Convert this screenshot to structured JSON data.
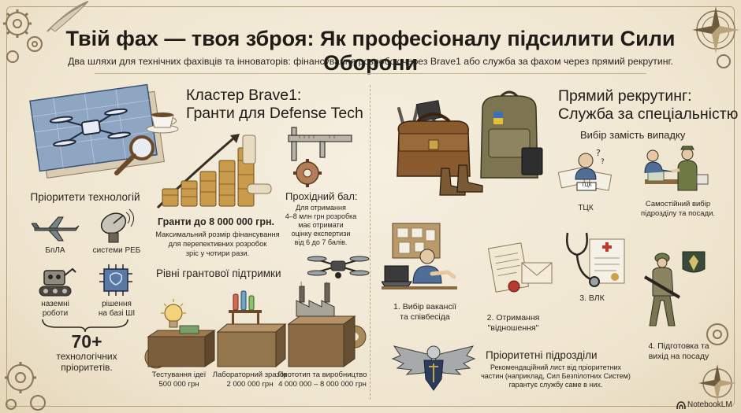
{
  "header": {
    "title": "Твій фах — твоя зброя: Як професіоналу підсилити Сили Оборони",
    "subtitle": "Два шляхи для технічних фахівців та інноваторів: фінансування розробок через Brave1 або служба за фахом через прямий рекрутинг."
  },
  "left": {
    "heading_line1": "Кластер Brave1:",
    "heading_line2": "Гранти для Defense Tech",
    "priorities": {
      "title": "Пріоритети технологій",
      "items": [
        {
          "label": "БпЛА",
          "icon": "drone-icon"
        },
        {
          "label": "системи РЕБ",
          "icon": "radar-dish-icon"
        },
        {
          "label_line1": "наземні",
          "label_line2": "роботи",
          "icon": "ground-robot-icon"
        },
        {
          "label_line1": "рішення",
          "label_line2": "на базі ШІ",
          "icon": "ai-chip-icon"
        }
      ],
      "count": "70+",
      "count_label_line1": "технологічних",
      "count_label_line2": "пріоритетів."
    },
    "grants": {
      "title": "Гранти до 8 000 000 грн.",
      "desc_line1": "Максимальний розмір фінансування",
      "desc_line2": "для перепективних розробок",
      "desc_line3": "зріс у чотири рази."
    },
    "score": {
      "title": "Прохідний бал:",
      "desc_line1": "Для отримання",
      "desc_line2": "4–8 млн грн розробка",
      "desc_line3": "має отримати",
      "desc_line4": "оцінку експертизи",
      "desc_line5": "від 6 до 7 балів."
    },
    "levels": {
      "title": "Рівні грантової підтримки",
      "items": [
        {
          "name": "Тестування ідеї",
          "amount": "500 000 грн"
        },
        {
          "name": "Лабораторний зразок",
          "amount": "2 000 000 грн"
        },
        {
          "name": "Прототип та виробництво",
          "amount": "4 000 000 – 8 000 000 грн"
        }
      ]
    }
  },
  "right": {
    "heading_line1": "Прямий рекрутинг:",
    "heading_line2": "Служба за спеціальністю",
    "choice": {
      "title": "Вибір замість випадку",
      "tck_sign": "ТЦК",
      "tck_label": "ТЦК",
      "choice_line1": "Самостійний вибір",
      "choice_line2": "підрозділу та посади."
    },
    "steps": [
      {
        "line1": "1. Вибір вакансії",
        "line2": "та співбесіда"
      },
      {
        "line1": "2. Отримання",
        "line2": "\"відношення\""
      },
      {
        "line1": "3. ВЛК",
        "line2": ""
      },
      {
        "line1": "4. Підготовка та",
        "line2": "вихід на посаду"
      }
    ],
    "priority_units": {
      "title": "Пріоритетні підрозділи",
      "desc_line1": "Рекомендаційний лист від пріоритетних",
      "desc_line2": "частин (наприклад, Сил Безпілотних Систем)",
      "desc_line3": "гарантує службу саме в них."
    }
  },
  "footer": {
    "brand": "NotebookLM"
  },
  "colors": {
    "ink": "#2a2520",
    "paper": "#efe6d3",
    "navy": "#2b3d5c",
    "khaki": "#7d7450",
    "leather": "#8a5a2f",
    "gold": "#b58a3c"
  }
}
